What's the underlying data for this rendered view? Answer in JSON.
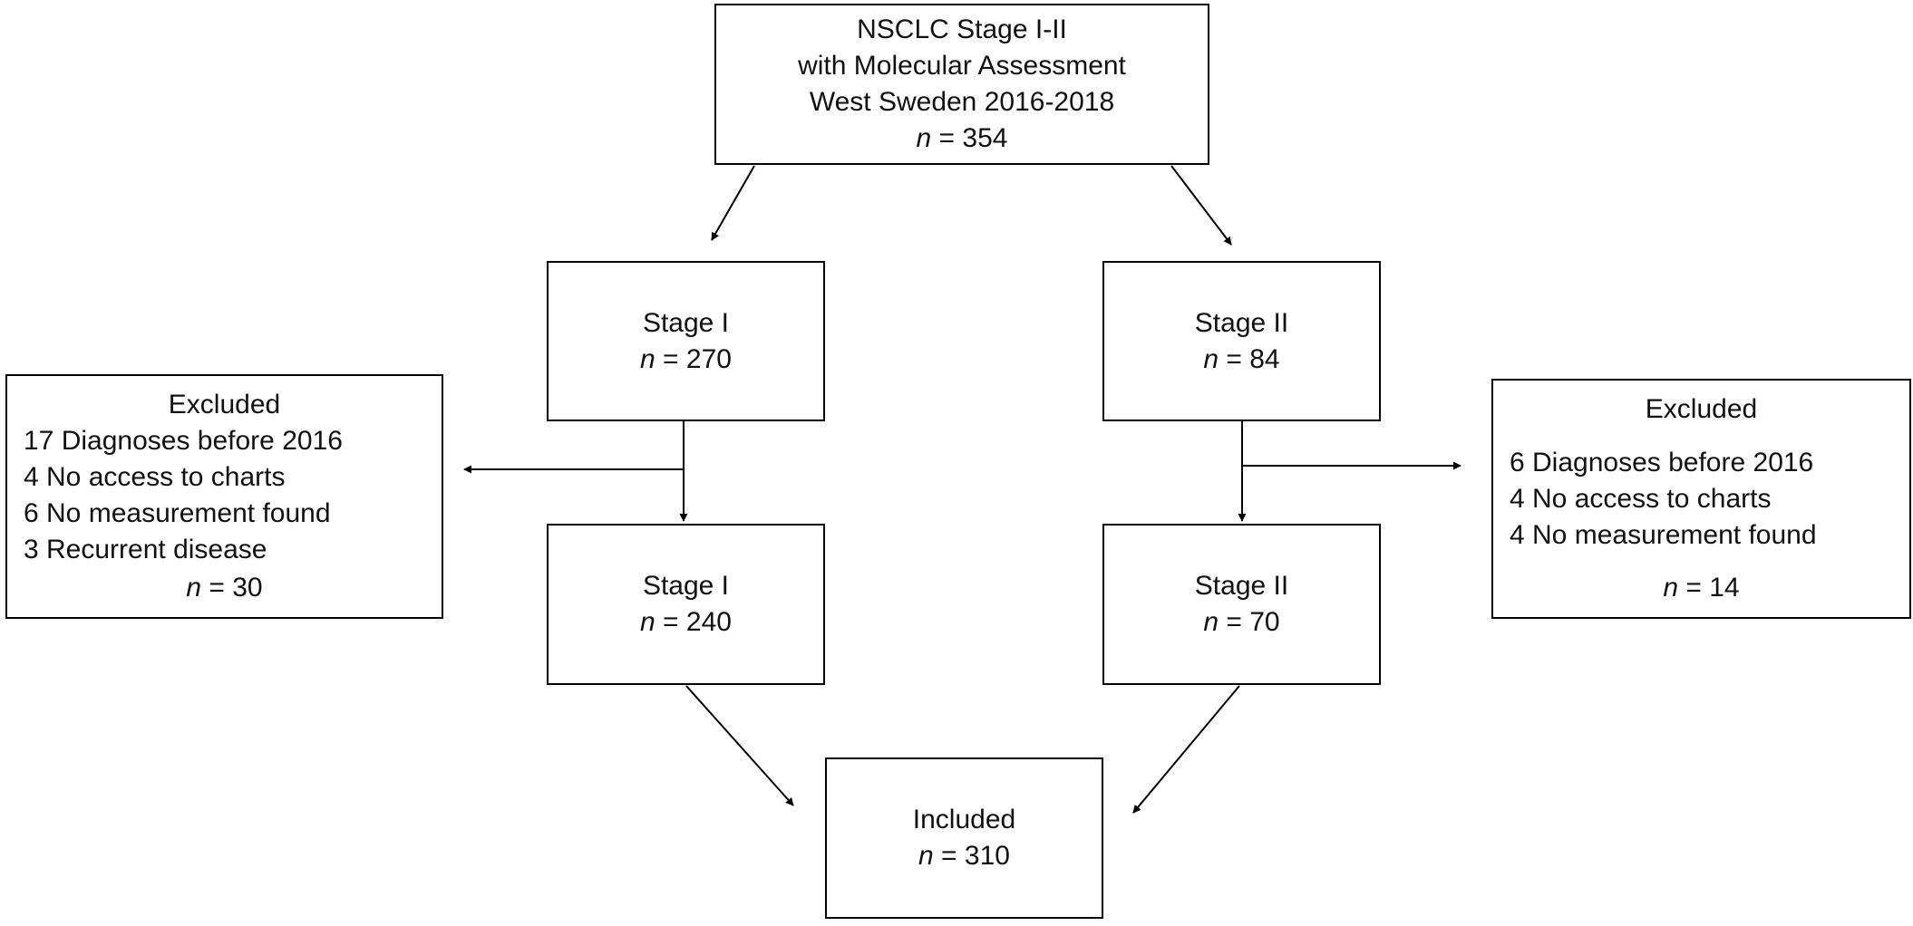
{
  "top": {
    "lines": [
      "NSCLC Stage I-II",
      "with Molecular Assessment",
      "West Sweden 2016-2018"
    ],
    "n_label": "n",
    "n_value": "= 354"
  },
  "stage1_initial": {
    "title": "Stage I",
    "n_label": "n",
    "n_value": "= 270"
  },
  "stage2_initial": {
    "title": "Stage II",
    "n_label": "n",
    "n_value": "= 84"
  },
  "stage1_final": {
    "title": "Stage I",
    "n_label": "n",
    "n_value": "= 240"
  },
  "stage2_final": {
    "title": "Stage II",
    "n_label": "n",
    "n_value": "= 70"
  },
  "excluded_left": {
    "title": "Excluded",
    "items": [
      "17 Diagnoses before 2016",
      "4 No access to charts",
      "6 No measurement found",
      "3 Recurrent disease"
    ],
    "n_label": "n",
    "n_value": "= 30"
  },
  "excluded_right": {
    "title": "Excluded",
    "items": [
      "6 Diagnoses before 2016",
      "4 No access to charts",
      "4 No measurement found"
    ],
    "n_label": "n",
    "n_value": "= 14"
  },
  "included": {
    "title": "Included",
    "n_label": "n",
    "n_value": "= 310"
  }
}
